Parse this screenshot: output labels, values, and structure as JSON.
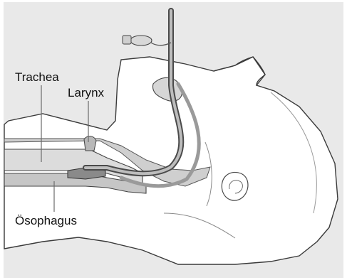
{
  "labels": {
    "trachea": "Trachea",
    "larynx": "Larynx",
    "esophagus": "Ösophagus"
  },
  "colors": {
    "background": "#ffffff",
    "scene_gray": "#e8e8e8",
    "skin": "#ffffff",
    "outline": "#3a3a3a",
    "tissue_light": "#d0d0d0",
    "tissue_mid": "#b3b3b3",
    "tube_dark": "#555555",
    "label_text": "#111111"
  },
  "icons": {
    "tube": "endotracheal-tube",
    "bulb": "pilot-balloon"
  }
}
